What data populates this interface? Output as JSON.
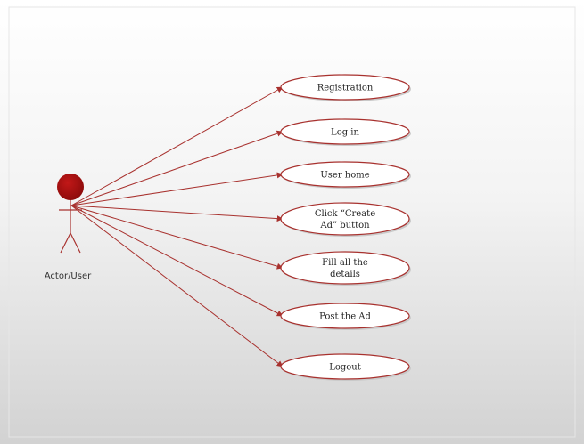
{
  "diagram": {
    "actor": {
      "label": "Actor/User",
      "head_color": "#9c0f0f"
    },
    "line_color": "#a8312e",
    "use_cases": [
      {
        "lines": [
          "Registration"
        ]
      },
      {
        "lines": [
          "Log in"
        ]
      },
      {
        "lines": [
          "User home"
        ]
      },
      {
        "lines": [
          "Click “Create",
          "Ad” button"
        ]
      },
      {
        "lines": [
          "Fill all the",
          "details"
        ]
      },
      {
        "lines": [
          "Post the Ad"
        ]
      },
      {
        "lines": [
          "Logout"
        ]
      }
    ]
  }
}
